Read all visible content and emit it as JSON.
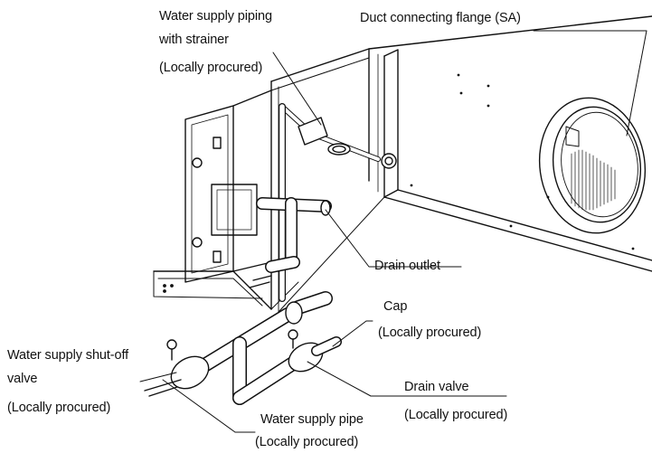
{
  "labels": {
    "water_supply_piping_line1": "Water supply piping",
    "water_supply_piping_line2": "with strainer",
    "water_supply_piping_note": "(Locally procured)",
    "duct_flange": "Duct connecting flange (SA)",
    "drain_outlet": "Drain outlet",
    "cap": "Cap",
    "cap_note": "(Locally procured)",
    "shutoff_valve_line1": "Water supply shut-off",
    "shutoff_valve_line2": "valve",
    "shutoff_valve_note": "(Locally procured)",
    "drain_valve": "Drain valve",
    "drain_valve_note": "(Locally procured)",
    "supply_pipe": "Water supply pipe",
    "supply_pipe_note": "(Locally procured)"
  },
  "colors": {
    "ink": "#111111",
    "paper": "#ffffff"
  }
}
